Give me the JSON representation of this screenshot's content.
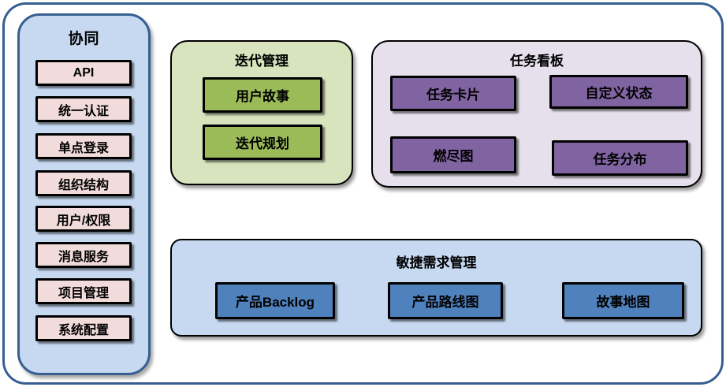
{
  "colors": {
    "frame_border": "#365f91",
    "panel_blue_bg": "#c6d9f0",
    "pink_item_bg": "#f2dcdb",
    "green_container_bg": "#d7e4bd",
    "green_item_bg": "#9bbb59",
    "purple_container_bg": "#e6e0ec",
    "purple_item_bg": "#8064a2",
    "blue_item_bg": "#4f81bd",
    "box_border": "#000000"
  },
  "sidebar": {
    "title": "协同",
    "items": [
      "API",
      "统一认证",
      "单点登录",
      "组织结构",
      "用户/权限",
      "消息服务",
      "项目管理",
      "系统配置"
    ]
  },
  "groups": {
    "iteration": {
      "title": "迭代管理",
      "items": [
        "用户故事",
        "迭代规划"
      ]
    },
    "kanban": {
      "title": "任务看板",
      "items": [
        "任务卡片",
        "自定义状态",
        "燃尽图",
        "任务分布"
      ]
    },
    "agile": {
      "title": "敏捷需求管理",
      "items": [
        "产品Backlog",
        "产品路线图",
        "故事地图"
      ]
    }
  }
}
